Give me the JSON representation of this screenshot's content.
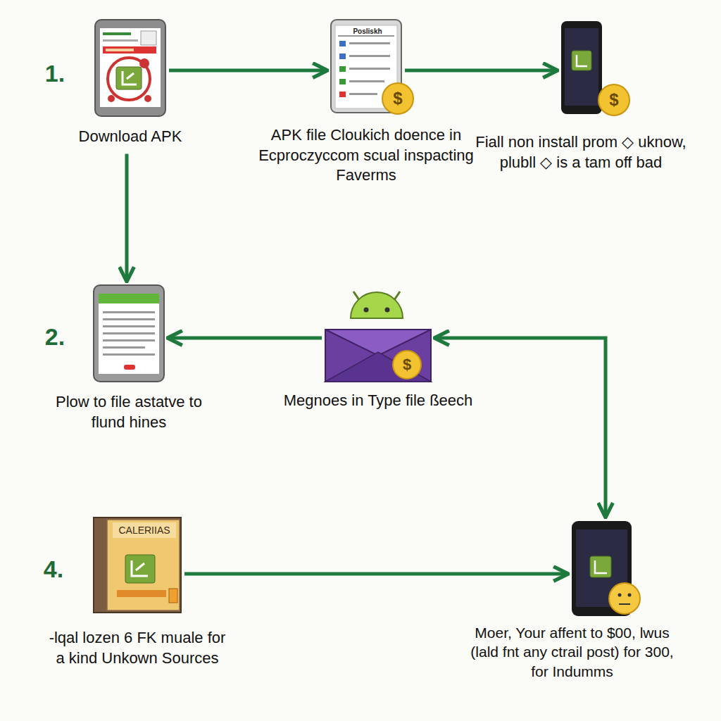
{
  "diagram": {
    "nodes": [
      {
        "text": [
          "Download APK"
        ]
      },
      {
        "text": [
          "APK file Cloukich doence in Ecproczyccom scual inspacting Faverms"
        ]
      },
      {
        "text": [
          "Fiall non install prom ◇ uknow, plubll ◇ is a tam off bad"
        ]
      },
      {
        "text": [
          "Plow to file astatve to flund hines"
        ]
      },
      {
        "text": [
          "Megnoes in Type file ßeech"
        ]
      },
      {
        "text": [
          "-lqal lozen 6 FK muale for a kind Unkown Sources"
        ]
      },
      {
        "text": [
          "Moer, Your affent to $00, lwus (lald fnt any ctrail post) for 300, for Indumms"
        ]
      }
    ],
    "edges": [
      {
        "from": 0,
        "to": 1,
        "arrow": "to"
      },
      {
        "from": 1,
        "to": 2,
        "arrow": "to"
      },
      {
        "from": 0,
        "to": 3,
        "arrow": "to"
      },
      {
        "from": 4,
        "to": 3,
        "arrow": "to"
      },
      {
        "from": 4,
        "to": 6,
        "arrow": "both"
      },
      {
        "from": 5,
        "to": 6,
        "arrow": "to"
      }
    ],
    "labels": [
      "1.",
      "2.",
      "4.",
      "Posliskh",
      "CALERIIAS",
      "$",
      "$",
      "$"
    ]
  }
}
